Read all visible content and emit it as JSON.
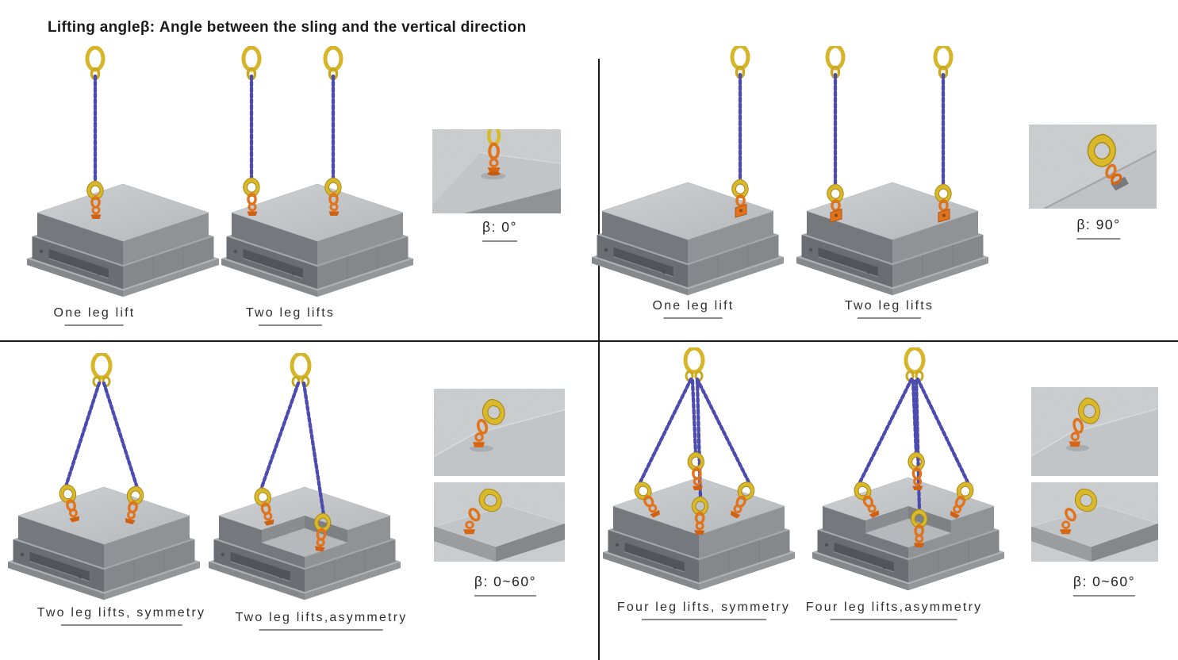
{
  "title": "Lifting angleβ: Angle between the sling and the vertical direction",
  "quadrants": [
    {
      "id": "top-left",
      "beta": "β:  0°",
      "figures": [
        {
          "label": "One leg lift"
        },
        {
          "label": "Two leg lifts"
        }
      ],
      "detail_icons": [
        "hook-vertical-on-top-surface-closeup"
      ]
    },
    {
      "id": "top-right",
      "beta": "β:  90°",
      "figures": [
        {
          "label": "One leg lift"
        },
        {
          "label": "Two leg lifts"
        }
      ],
      "detail_icons": [
        "hook-on-side-lug-closeup"
      ]
    },
    {
      "id": "bottom-left",
      "beta": "β:  0~60°",
      "figures": [
        {
          "label": "Two leg lifts, symmetry"
        },
        {
          "label": "Two leg lifts,asymmetry"
        }
      ],
      "detail_icons": [
        "hook-angled-on-surface-closeup",
        "hook-angled-on-edge-closeup"
      ]
    },
    {
      "id": "bottom-right",
      "beta": "β:  0~60°",
      "figures": [
        {
          "label": "Four leg lifts, symmetry"
        },
        {
          "label": "Four leg lifts,asymmetry"
        }
      ],
      "detail_icons": [
        "hook-angled-on-surface-closeup",
        "hook-angled-on-edge-closeup"
      ]
    }
  ],
  "icons": {
    "master_link": "master-link-icon",
    "chain": "chain-sling-icon",
    "hook": "safety-hook-icon",
    "lifting_point": "swivel-lifting-point-icon",
    "load": "steel-block-load"
  },
  "colors": {
    "chain_blue": "#4b4bb0",
    "hardware_yellow": "#d9b92a",
    "fitting_orange": "#e0731c",
    "block_top": "#c2c5c8",
    "block_side_dark": "#75797d",
    "block_side_light": "#8f9396",
    "divider": "#1c1c1c",
    "underline": "#8a8a8a"
  }
}
